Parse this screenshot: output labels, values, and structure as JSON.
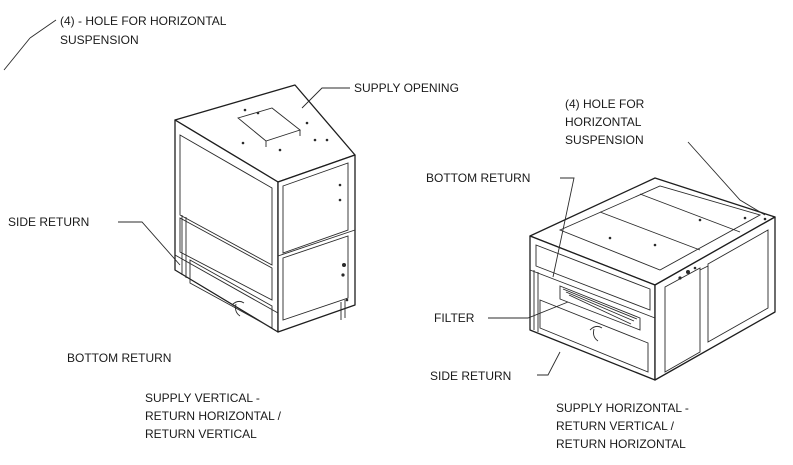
{
  "labels": {
    "hole_left_1": "(4) - HOLE FOR HORIZONTAL",
    "hole_left_2": "SUSPENSION",
    "supply_opening": "SUPPLY OPENING",
    "side_return_left": "SIDE RETURN",
    "bottom_return_left": "BOTTOM RETURN",
    "caption_left_1": "SUPPLY VERTICAL -",
    "caption_left_2": "RETURN HORIZONTAL /",
    "caption_left_3": "RETURN  VERTICAL",
    "hole_right_1": "(4)  HOLE FOR",
    "hole_right_2": "HORIZONTAL",
    "hole_right_3": "SUSPENSION",
    "bottom_return_right": "BOTTOM RETURN",
    "filter": "FILTER",
    "side_return_right": "SIDE RETURN",
    "caption_right_1": "SUPPLY HORIZONTAL -",
    "caption_right_2": "RETURN VERTICAL /",
    "caption_right_3": "RETURN HORIZONTAL"
  }
}
